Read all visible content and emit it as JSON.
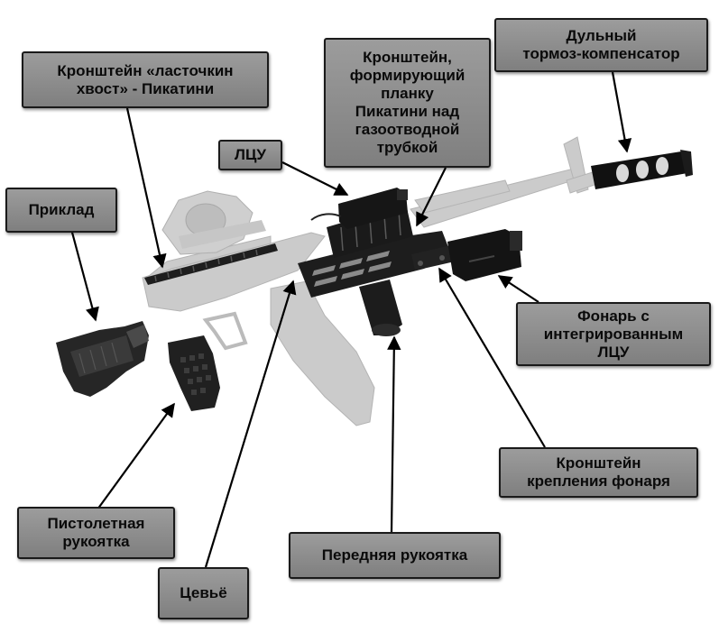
{
  "colors": {
    "callout_bg": "#8c8c8c",
    "callout_border": "#1a1a1a",
    "leader_line": "#000000",
    "ghost_rifle": "#c8c8c8",
    "accessory_black": "#1b1b1b"
  },
  "callouts": {
    "dovetail": "Кронштейн «ласточкин\nхвост» - Пикатини",
    "gas_tube_rail": "Кронштейн,\nформирующий\nпланку\nПикатини над\nгазоотводной\nтрубкой",
    "muzzle_brake": "Дульный\nтормоз-компенсатор",
    "laser": "ЛЦУ",
    "stock": "Приклад",
    "flashlight": "Фонарь с\nинтегрированным\nЛЦУ",
    "light_mount": "Кронштейн\nкрепления фонаря",
    "pistol_grip": "Пистолетная\nрукоятка",
    "handguard": "Цевьё",
    "fore_grip": "Передняя рукоятка"
  }
}
